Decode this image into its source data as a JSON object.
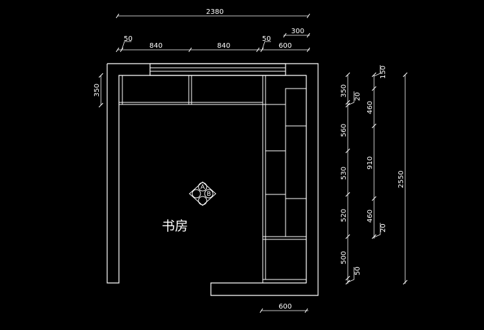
{
  "room": {
    "label": "书房"
  },
  "dimensions": {
    "top_total": "2380",
    "top_seg_left_small": "50",
    "top_seg_1": "840",
    "top_seg_2": "840",
    "top_seg_right_small": "50",
    "top_seg_600": "600",
    "top_seg_300": "300",
    "left_shelf_depth": "350",
    "right_col1_350": "350",
    "right_col1_560": "560",
    "right_col1_530": "530",
    "right_col1_520": "520",
    "right_col1_500": "500",
    "right_col1_20_top": "20",
    "right_col1_50_bottom": "50",
    "right_col2_150": "150",
    "right_col2_460_top": "460",
    "right_col2_910": "910",
    "right_col2_460_bottom": "460",
    "right_col2_20_bottom": "20",
    "right_total": "2550",
    "bottom_600": "600"
  },
  "symbol": {
    "a": "A",
    "b": "B"
  }
}
